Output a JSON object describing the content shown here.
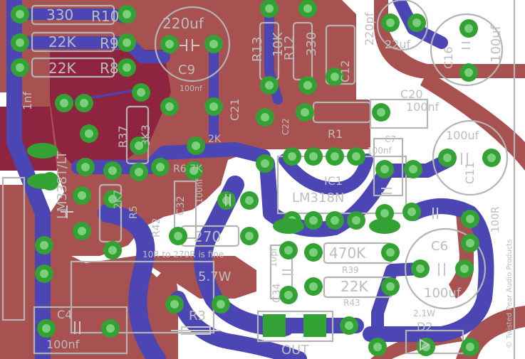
{
  "board": {
    "credit": "© Twisted Pear Audio Products"
  },
  "labels": {
    "r_top_value": "330",
    "r10": "R10",
    "r9_value": "22K",
    "r9": "R9",
    "r8_value": "22K",
    "r8": "R8",
    "c9_value": "220uf",
    "c9": "C9",
    "c21": "C21",
    "c21_value": "100nf",
    "r13": "R13",
    "r12_value": "10K",
    "r12": "R12",
    "r_330": "330",
    "c12": "C12",
    "c12_value": "220pf",
    "c_22uf": "22uf",
    "c16": "C16",
    "c16_value": "100uf",
    "c20": "C20",
    "c20_value": "100nf",
    "c_1nf": "1nf",
    "r37": "R37",
    "r37_value": "3K3",
    "r_2k": "2K",
    "r6_7k": "R6 7K",
    "c22": "C22",
    "r1": "R1",
    "c7": "C7",
    "c7_value": "100nf",
    "c_100uf": "100uf",
    "c11": "C11",
    "ic1": "IC1",
    "ic1_part": "LM318N",
    "lm_vertical": "LM338T/LT",
    "r_2k7": "2K7",
    "r5": "R5",
    "c32": "C32",
    "c32_value": "100nf",
    "r42": "R42",
    "r_270": "270",
    "note": "10R to 270R is fine",
    "r_100r": "100R",
    "c34": "C34",
    "c34_value": "10pf",
    "r39_value": "470K",
    "r39": "R39",
    "r43_value": "22K",
    "r43": "R43",
    "c6": "C6",
    "c6_value": "100uf",
    "power": "5.7W",
    "r3": "R3",
    "c4": "C4",
    "c4_value": "100nf",
    "d2": "D2",
    "d2_rating": "2.1W",
    "out": "OUT"
  },
  "colors": {
    "top_copper": "#a85151",
    "top_copper_dark": "#8e2440",
    "bottom_copper": "#4c46b4",
    "pad": "#33a133",
    "pad_highlight": "#7bd07b",
    "silkscreen": "#b4b4b4",
    "background": "#ffffff"
  }
}
